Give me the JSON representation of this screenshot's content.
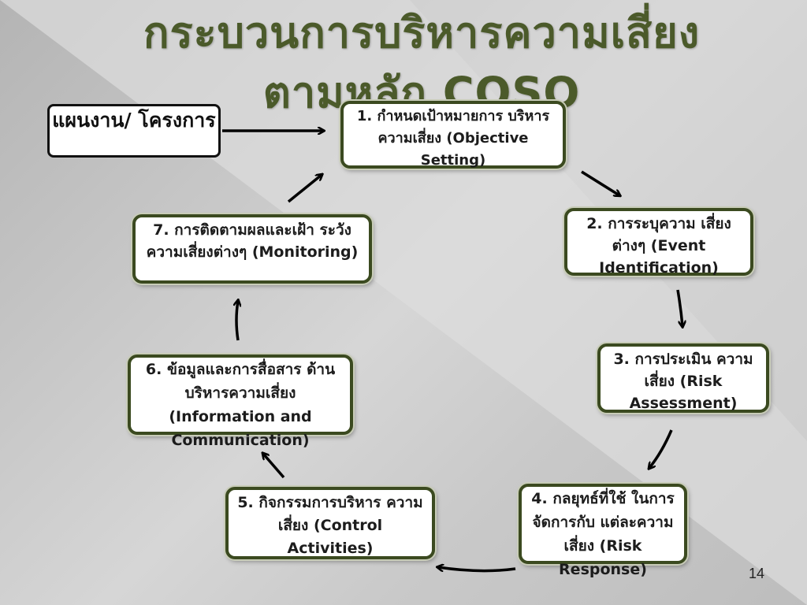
{
  "title": {
    "line1": "กระบวนการบริหารความเสี่ยง",
    "line2": "ตามหลัก COSO"
  },
  "plan_label": "แผนงาน/ โครงการ",
  "steps": [
    {
      "text": "1. กำหนดเป้าหมายการ บริหารความเสี่ยง (Objective Setting)"
    },
    {
      "text": "2. การระบุความ เสี่ยงต่างๆ (Event Identification)"
    },
    {
      "text": "3. การประเมิน ความเสี่ยง (Risk Assessment)"
    },
    {
      "text": "4. กลยุทธ์ที่ใช้ ในการจัดการกับ แต่ละความเสี่ยง (Risk Response)"
    },
    {
      "text": "5. กิจกรรมการบริหาร ความเสี่ยง (Control Activities)"
    },
    {
      "text": "6. ข้อมูลและการสื่อสาร ด้านบริหารความเสี่ยง (Information and Communication)"
    },
    {
      "text": "7. การติดตามผลและเฝ้า ระวังความเสี่ยงต่างๆ (Monitoring)"
    }
  ],
  "page_number": "14",
  "colors": {
    "title": "#4b5a2a",
    "box_border": "#3b4a20"
  }
}
